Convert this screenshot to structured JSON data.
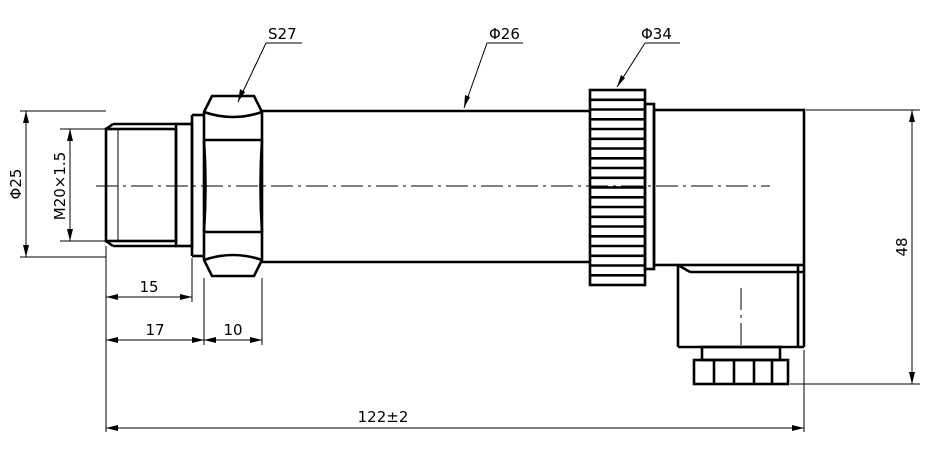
{
  "dimensions": {
    "hex_size": "S27",
    "body_diameter": "Φ26",
    "knurl_diameter": "Φ34",
    "thread_diameter": "Φ25",
    "thread_spec": "M20×1.5",
    "thread_length": "15",
    "thread_total": "17",
    "hex_width": "10",
    "total_length": "122±2",
    "connector_height": "48"
  },
  "colors": {
    "line": "#000000",
    "background": "#ffffff"
  }
}
